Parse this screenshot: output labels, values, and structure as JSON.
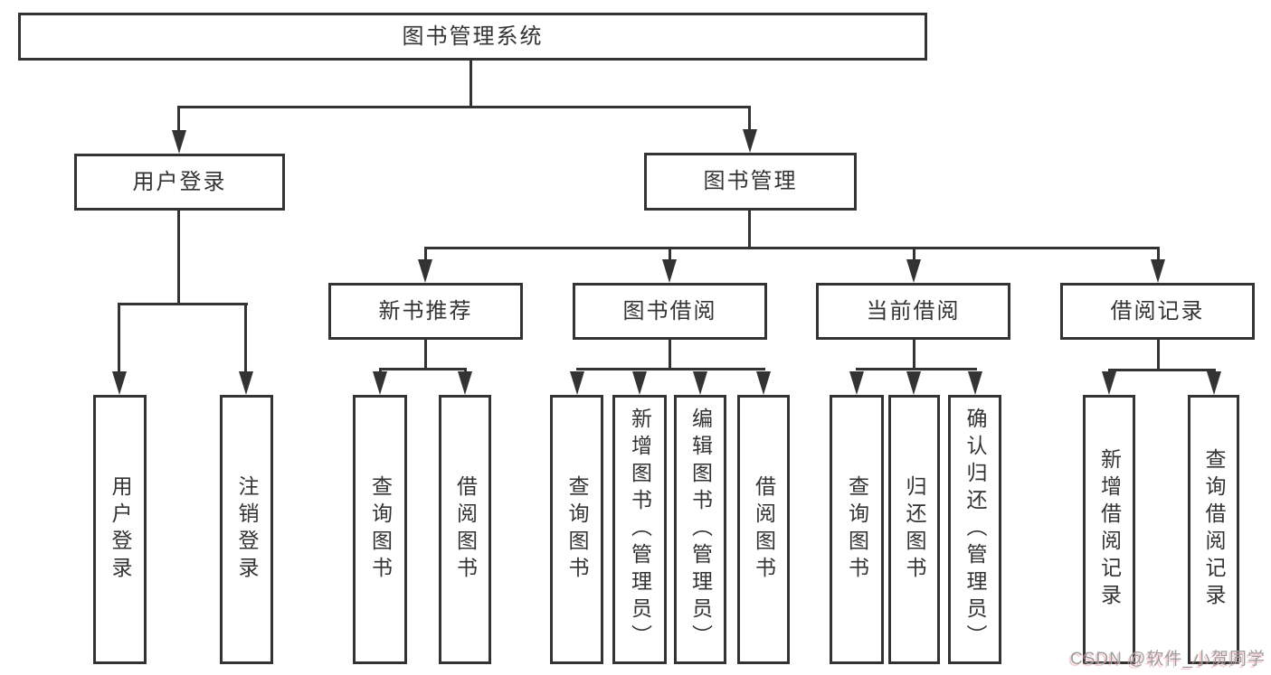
{
  "colors": {
    "line": "#333333",
    "text": "#333333",
    "box_background": "#ffffff",
    "page_background": "#ffffff",
    "watermark_text": "#9e9ea1",
    "watermark_shadow": "#f0a0a0"
  },
  "watermark": {
    "text": "CSDN @软件_小贺同学"
  },
  "tree": {
    "root": "图书管理系统",
    "branches": [
      {
        "label": "用户登录",
        "leaves": [
          "用户登录",
          "注销登录"
        ]
      },
      {
        "label": "图书管理",
        "groups": [
          {
            "label": "新书推荐",
            "leaves": [
              "查询图书",
              "借阅图书"
            ]
          },
          {
            "label": "图书借阅",
            "leaves": [
              "查询图书",
              "新增图书（管理员）",
              "编辑图书（管理员）",
              "借阅图书"
            ]
          },
          {
            "label": "当前借阅",
            "leaves": [
              "查询图书",
              "归还图书",
              "确认归还（管理员）"
            ]
          },
          {
            "label": "借阅记录",
            "leaves": [
              "新增借阅记录",
              "查询借阅记录"
            ]
          }
        ]
      }
    ]
  }
}
